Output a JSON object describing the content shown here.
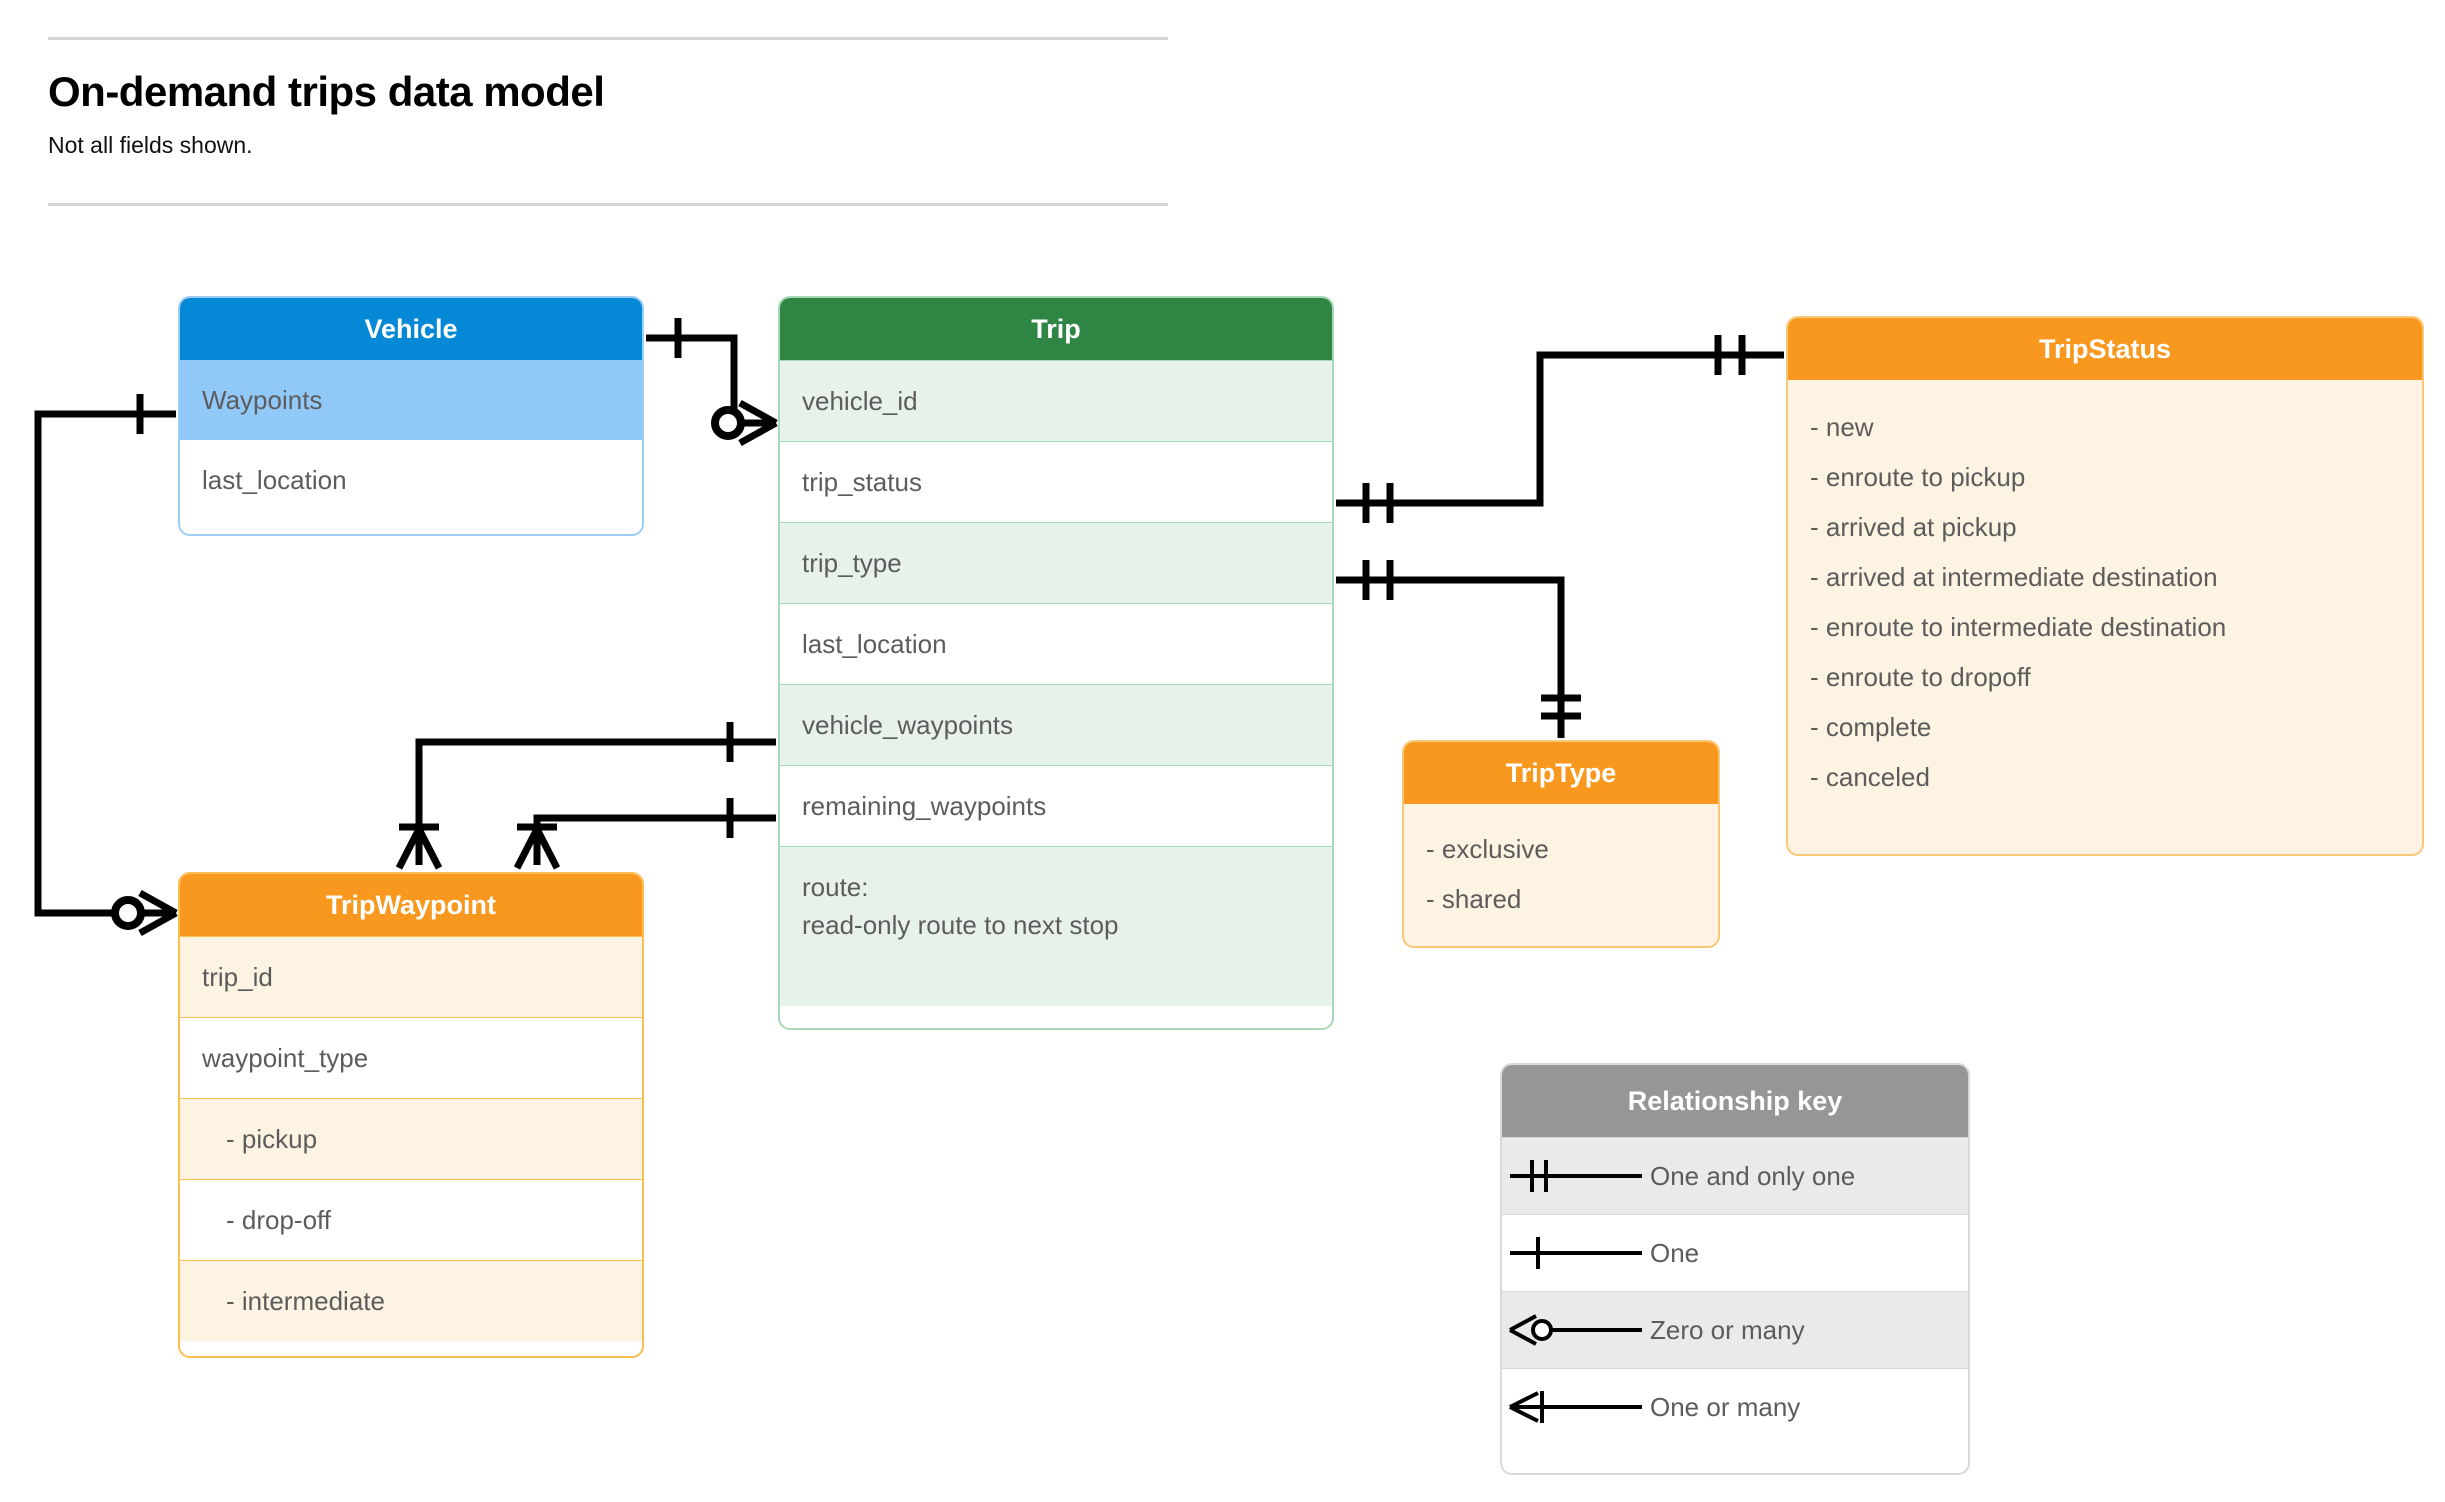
{
  "header": {
    "title": "On-demand trips data model",
    "subtitle": "Not all fields shown."
  },
  "entities": {
    "vehicle": {
      "name": "Vehicle",
      "header_color": "#0588d6",
      "rows": [
        {
          "label": "Waypoints"
        },
        {
          "label": "last_location"
        }
      ]
    },
    "trip": {
      "name": "Trip",
      "header_color": "#2f8644",
      "rows": [
        {
          "label": "vehicle_id"
        },
        {
          "label": "trip_status"
        },
        {
          "label": "trip_type"
        },
        {
          "label": "last_location"
        },
        {
          "label": "vehicle_waypoints"
        },
        {
          "label": "remaining_waypoints"
        },
        {
          "label": "route:",
          "label2": "read-only route to next stop"
        }
      ]
    },
    "trip_status": {
      "name": "TripStatus",
      "header_color": "#f8981f",
      "values": [
        "- new",
        "- enroute to pickup",
        "- arrived at pickup",
        "- arrived at intermediate destination",
        "- enroute to intermediate destination",
        "- enroute to dropoff",
        "- complete",
        "- canceled"
      ]
    },
    "trip_type": {
      "name": "TripType",
      "header_color": "#f8981f",
      "values": [
        "- exclusive",
        "- shared"
      ]
    },
    "trip_waypoint": {
      "name": "TripWaypoint",
      "header_color": "#f8981f",
      "rows": [
        {
          "label": "trip_id"
        },
        {
          "label": "waypoint_type"
        },
        {
          "label": "-  pickup"
        },
        {
          "label": "-  drop-off"
        },
        {
          "label": "-  intermediate"
        }
      ]
    }
  },
  "legend": {
    "title": "Relationship key",
    "items": [
      {
        "symbol": "one-and-only-one",
        "label": "One and only one"
      },
      {
        "symbol": "one",
        "label": "One"
      },
      {
        "symbol": "zero-or-many",
        "label": "Zero or many"
      },
      {
        "symbol": "one-or-many",
        "label": "One or many"
      }
    ]
  },
  "relationships": [
    {
      "from": "Vehicle",
      "from_cardinality": "one",
      "to": "Trip.vehicle_id",
      "to_cardinality": "zero-or-many"
    },
    {
      "from": "Vehicle.Waypoints",
      "from_cardinality": "one",
      "to": "TripWaypoint",
      "to_cardinality": "zero-or-many"
    },
    {
      "from": "Trip.trip_status",
      "from_cardinality": "one-and-only-one",
      "to": "TripStatus",
      "to_cardinality": "one-and-only-one"
    },
    {
      "from": "Trip.trip_type",
      "from_cardinality": "one-and-only-one",
      "to": "TripType",
      "to_cardinality": "one-and-only-one"
    },
    {
      "from": "Trip.vehicle_waypoints",
      "from_cardinality": "one",
      "to": "TripWaypoint",
      "to_cardinality": "one-or-many"
    },
    {
      "from": "Trip.remaining_waypoints",
      "from_cardinality": "one",
      "to": "TripWaypoint",
      "to_cardinality": "one-or-many"
    }
  ],
  "colors": {
    "vehicle_header": "#0588d6",
    "vehicle_row_alt": "#90c9f7",
    "trip_header": "#2f8644",
    "trip_row_alt": "#e7f3ea",
    "orange_header": "#f8981f",
    "orange_body": "#fdf3e3",
    "legend_header": "#969696",
    "connector": "#000000"
  }
}
